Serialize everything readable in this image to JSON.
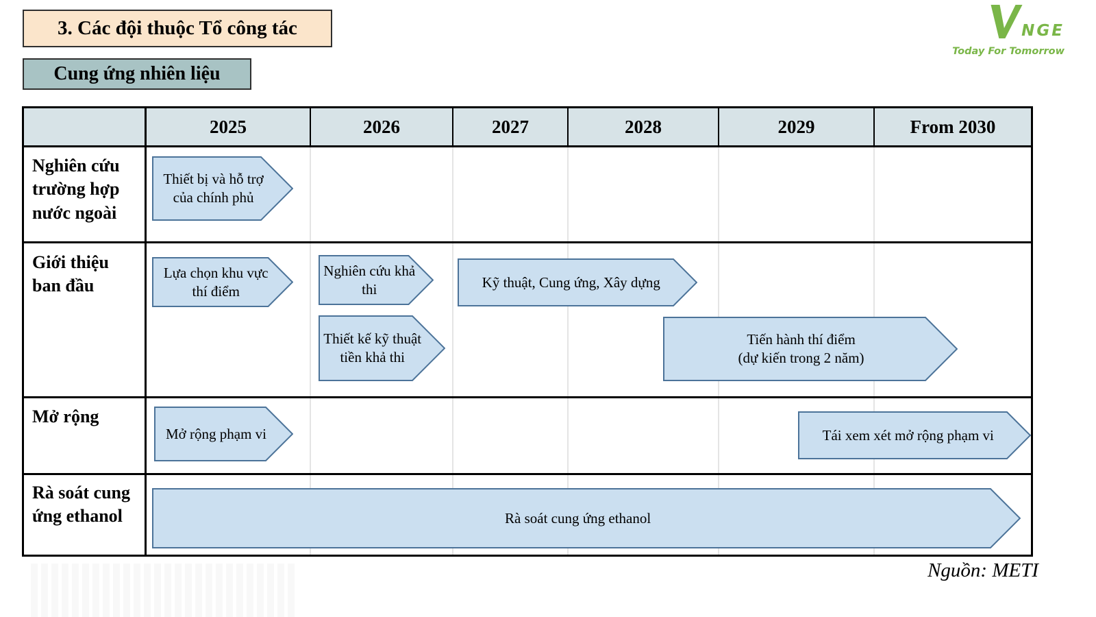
{
  "title": "3. Các đội thuộc Tổ công tác",
  "subtitle": "Cung ứng nhiên liệu",
  "source": "Nguồn: METI",
  "logo": {
    "name": "NGE",
    "tagline": "Today For Tomorrow"
  },
  "colors": {
    "title_bg": "#fbe5cb",
    "subtitle_bg": "#a8c3c4",
    "header_bg": "#d7e3e7",
    "arrow_fill": "#cbdff0",
    "arrow_border": "#4c7399",
    "logo_green": "#7ab648"
  },
  "timeline": {
    "columns": [
      "2025",
      "2026",
      "2027",
      "2028",
      "2029",
      "From 2030"
    ],
    "row_labels": [
      "Nghiên cứu trường hợp nước ngoài",
      "Giới thiệu ban đầu",
      "Mở rộng",
      "Rà soát cung ứng ethanol"
    ],
    "arrows": [
      {
        "label": "Thiết bị và hỗ trợ của chính phủ",
        "row": "Nghiên cứu trường hợp nước ngoài",
        "start": "2025",
        "end": "2025"
      },
      {
        "label": "Lựa chọn khu vực thí điểm",
        "row": "Giới thiệu ban đầu",
        "start": "2025",
        "end": "2025"
      },
      {
        "label": "Nghiên cứu khả thi",
        "row": "Giới thiệu ban đầu",
        "start": "2026",
        "end": "2026"
      },
      {
        "label": "Kỹ thuật, Cung ứng, Xây dựng",
        "row": "Giới thiệu ban đầu",
        "start": "2027",
        "end": "2028"
      },
      {
        "label": "Thiết kế kỹ thuật tiền khả thi",
        "row": "Giới thiệu ban đầu",
        "start": "2026",
        "end": "2026"
      },
      {
        "label": "Tiến hành thí điểm\n(dự kiến trong 2 năm)",
        "row": "Giới thiệu ban đầu",
        "start": "2028",
        "end": "2029"
      },
      {
        "label": "Mở rộng phạm vi",
        "row": "Mở rộng",
        "start": "2025",
        "end": "2025"
      },
      {
        "label": "Tái xem xét mở rộng phạm vi",
        "row": "Mở rộng",
        "start": "2029",
        "end": "From 2030"
      },
      {
        "label": "Rà soát cung ứng ethanol",
        "row": "Rà soát cung ứng ethanol",
        "start": "2025",
        "end": "From 2030"
      }
    ]
  }
}
